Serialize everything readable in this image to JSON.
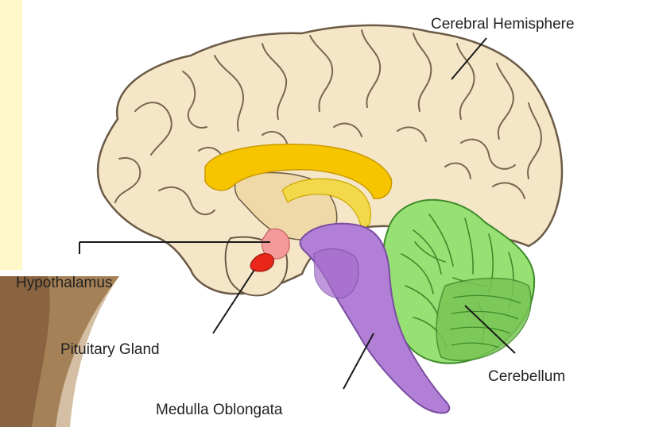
{
  "diagram": {
    "labels": {
      "cerebral_hemisphere": "Cerebral Hemisphere",
      "hypothalamus": "Hypothalamus",
      "pituitary_gland": "Pituitary Gland",
      "cerebellum": "Cerebellum",
      "medulla_oblongata": "Medulla Oblongata"
    },
    "colors": {
      "cerebrum": "#f5e6c8",
      "outline": "#6b5a45",
      "corpus_callosum": "#f7c400",
      "fornix": "#f2d84a",
      "hypothalamus": "#f49a9a",
      "pituitary": "#e8261a",
      "brainstem": "#b27fd6",
      "cerebellum": "#96e074",
      "cerebellum_dark": "#78c455",
      "background_paper": "#fff8c8",
      "background_corner": "#8a6440"
    }
  }
}
